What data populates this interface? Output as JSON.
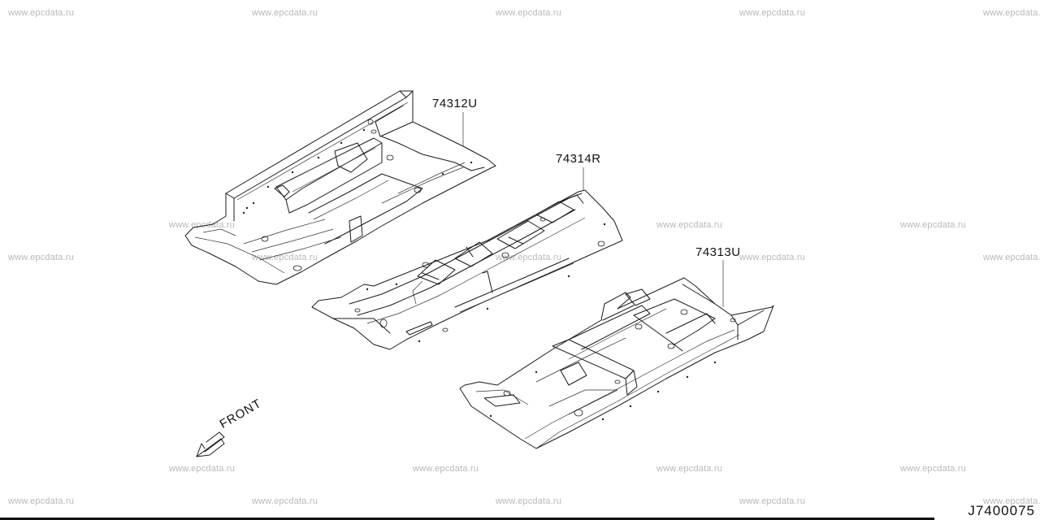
{
  "watermark": "www.epcdata.ru",
  "parts": {
    "p1": "74312U",
    "p2": "74314R",
    "p3": "74313U"
  },
  "front_label": "FRONT",
  "diagram_code": "J7400075"
}
